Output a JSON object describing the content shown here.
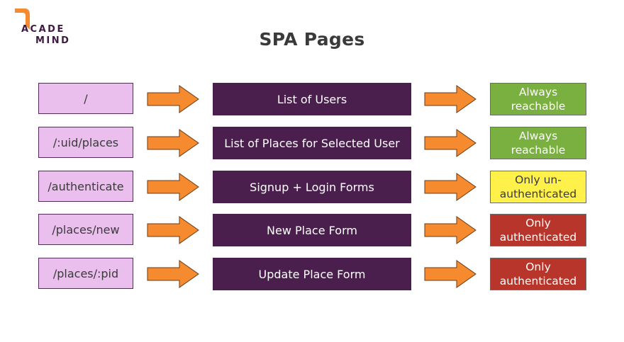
{
  "logo": {
    "line1": "ACADE",
    "line2": "MIND"
  },
  "title": "SPA Pages",
  "colors": {
    "route_bg": "#eabfee",
    "page_bg": "#4b1f4d",
    "arrow": "#f58a2e",
    "green": "#7ab03f",
    "yellow": "#fff04a",
    "red": "#b7352a"
  },
  "rows": [
    {
      "route": "/",
      "page": "List of Users",
      "access_line1": "Always",
      "access_line2": "reachable",
      "status": "green"
    },
    {
      "route": "/:uid/places",
      "page": "List of Places for Selected User",
      "access_line1": "Always",
      "access_line2": "reachable",
      "status": "green"
    },
    {
      "route": "/authenticate",
      "page": "Signup + Login Forms",
      "access_line1": "Only un-",
      "access_line2": "authenticated",
      "status": "yellow"
    },
    {
      "route": "/places/new",
      "page": "New Place Form",
      "access_line1": "Only",
      "access_line2": "authenticated",
      "status": "red"
    },
    {
      "route": "/places/:pid",
      "page": "Update Place Form",
      "access_line1": "Only",
      "access_line2": "authenticated",
      "status": "red"
    }
  ]
}
